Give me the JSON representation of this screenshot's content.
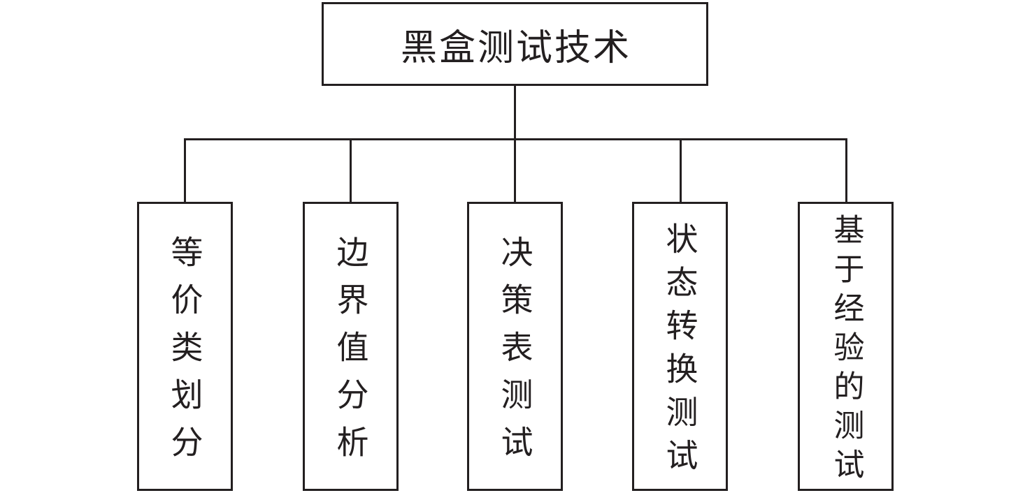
{
  "diagram": {
    "type": "tree",
    "title": "黑盒测试技术",
    "root": {
      "label": "黑盒测试技术"
    },
    "children": [
      {
        "label": "等价类划分"
      },
      {
        "label": "边界值分析"
      },
      {
        "label": "决策表测试"
      },
      {
        "label": "状态转换测试"
      },
      {
        "label": "基于经验的测试"
      }
    ],
    "colors": {
      "line": "#231f20",
      "background": "#ffffff",
      "text": "#231f20"
    }
  }
}
